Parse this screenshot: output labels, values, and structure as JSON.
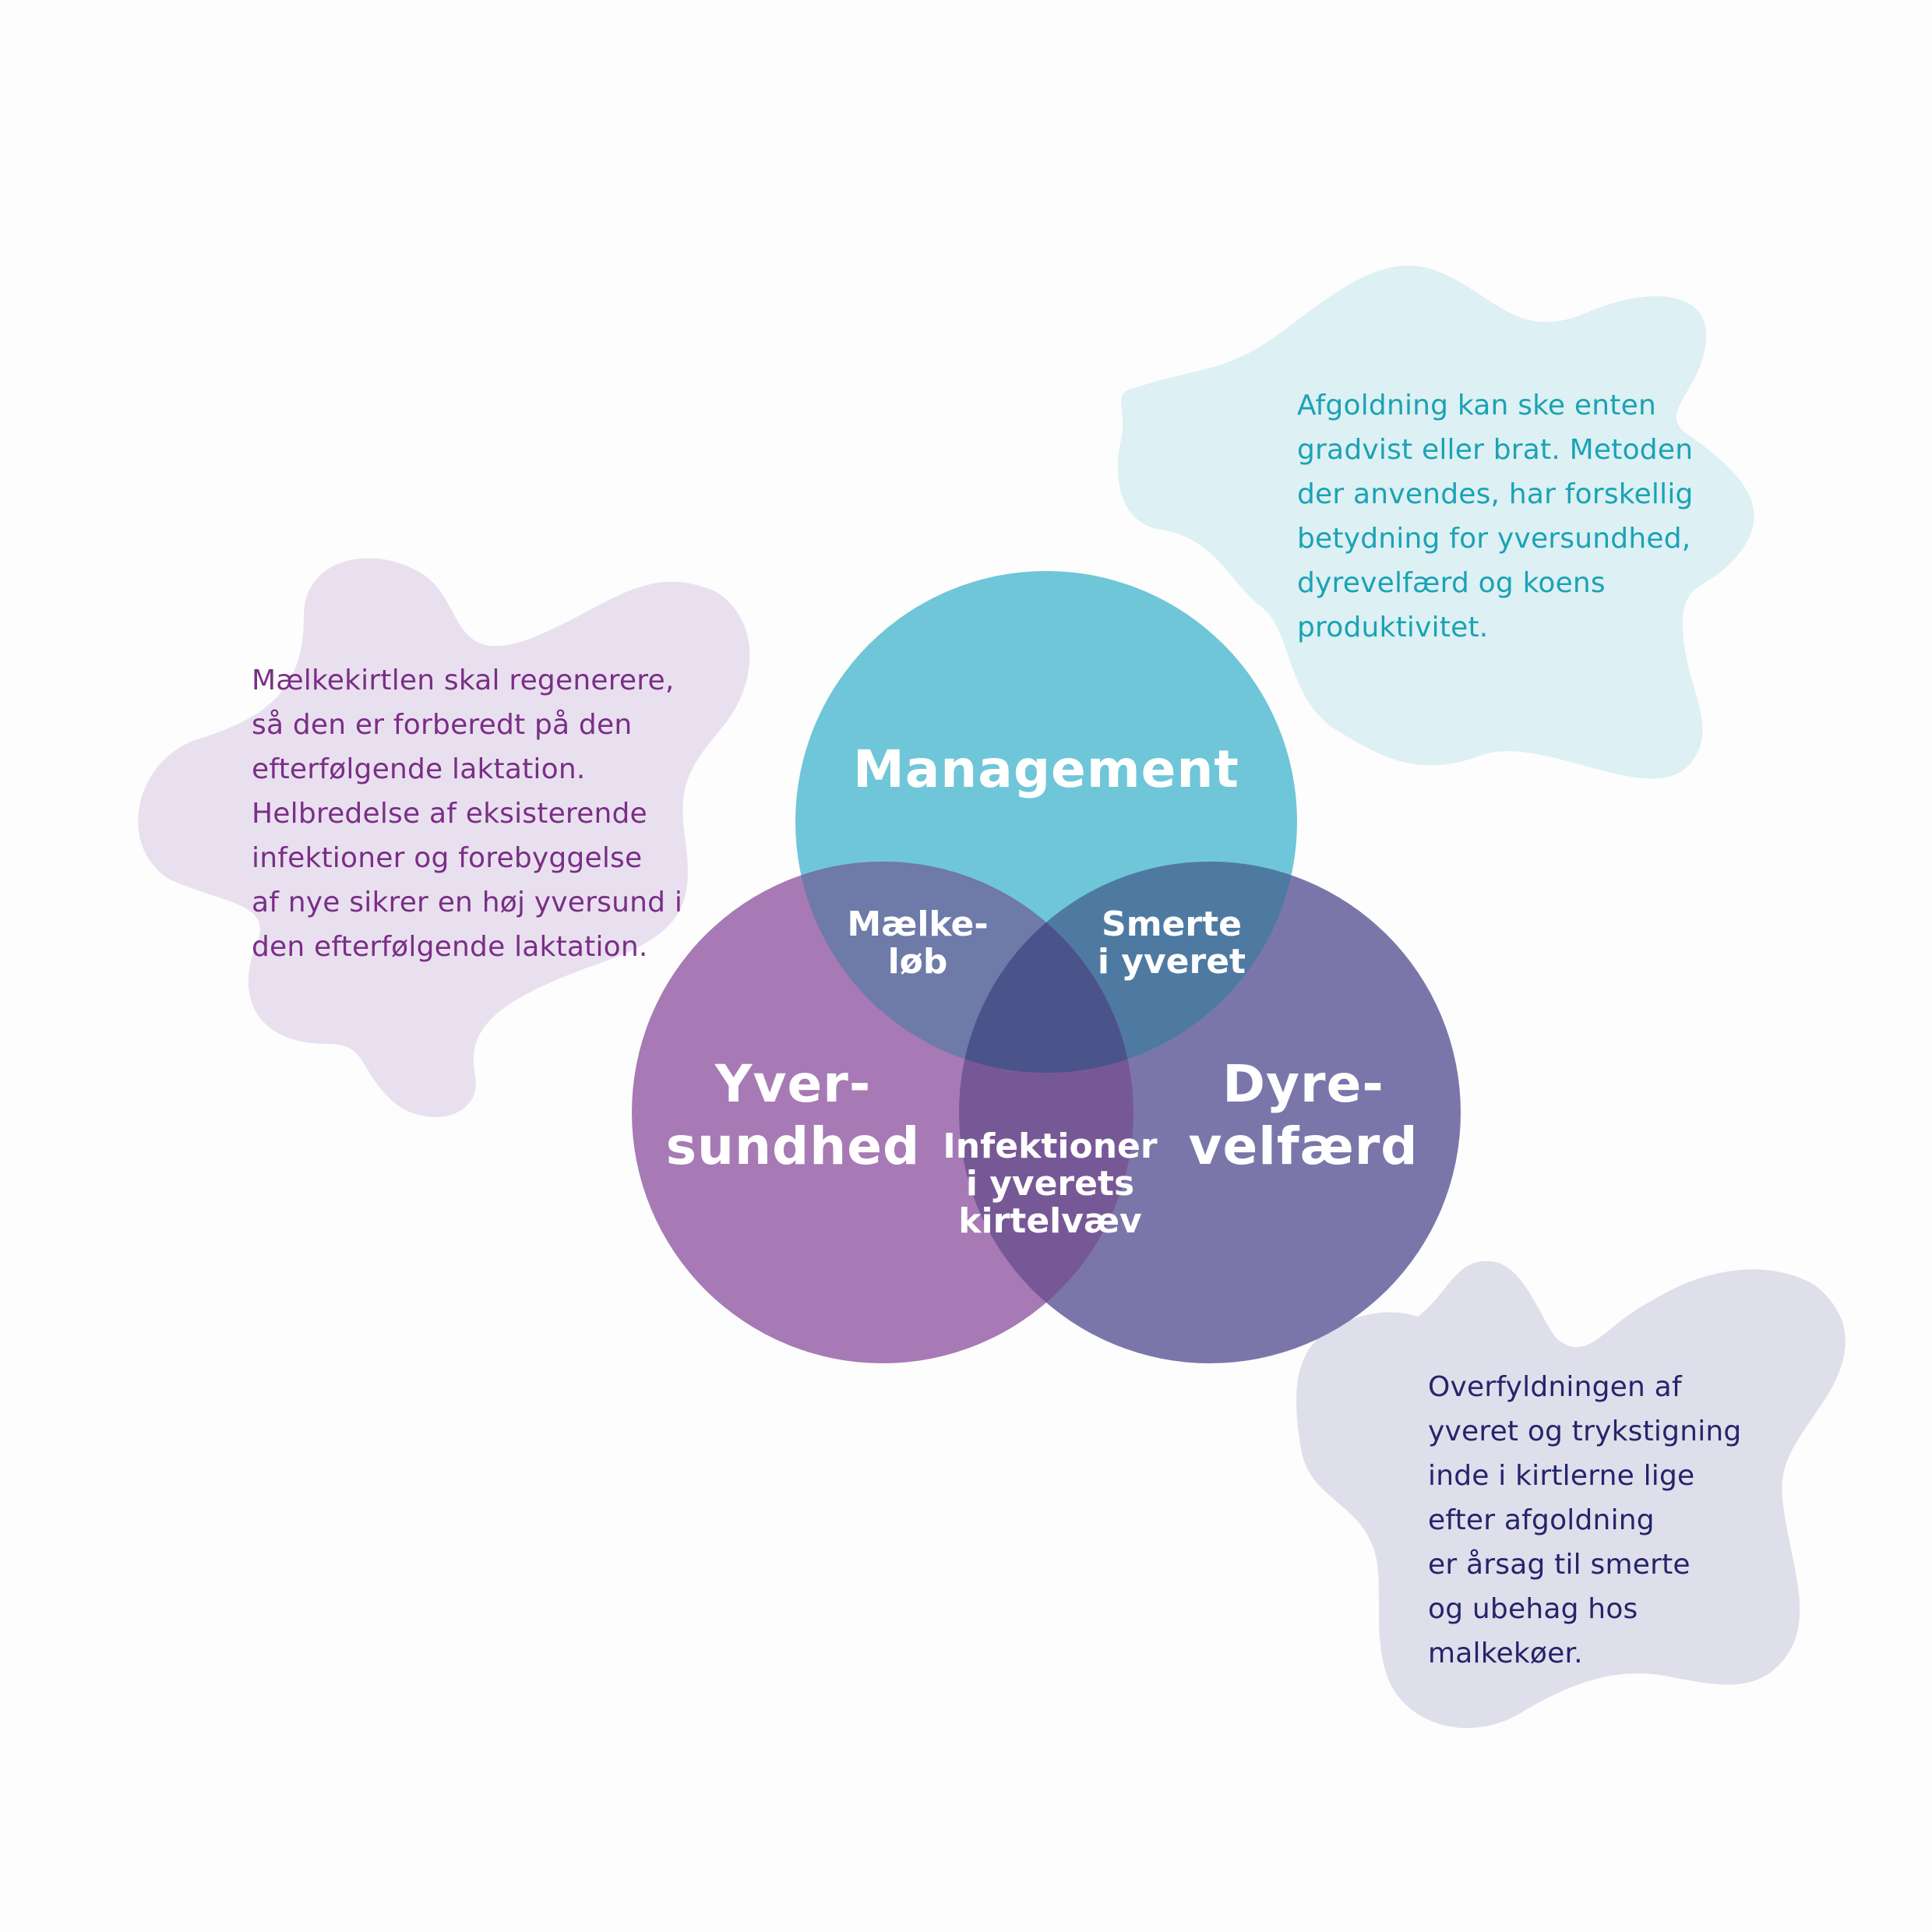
{
  "colors": {
    "background": "#fdfdfd",
    "management_circle": "#6fc6d8",
    "yversundhed_circle": "#a77ab5",
    "dyrevelfaerd_circle": "#7b76aa",
    "overlap_maelkeloeb": "#6e7aa8",
    "overlap_smerte": "#4e7aa2",
    "overlap_infektioner": "#775896",
    "overlap_center": "#4a538a",
    "blob_left": "#e9e0ef",
    "blob_top": "#ddf0f4",
    "blob_bottom": "#dedfeb",
    "text_left": "#7a2e86",
    "text_top": "#1aa3b4",
    "text_bottom": "#25246b",
    "label_text": "#ffffff"
  },
  "venn": {
    "management": "Management",
    "yversundhed": "Yver-\nsundhed",
    "dyrevelfaerd": "Dyre-\nvelfærd",
    "maelkeloeb": "Mælke-\nløb",
    "smerte": "Smerte\ni yveret",
    "infektioner": "Infektioner\ni yverets\nkirtelvæv"
  },
  "notes": {
    "left": "Mælkekirtlen skal regenerere,\nså den er forberedt på den\nefterfølgende laktation.\nHelbredelse af eksisterende\ninfektioner og forebyggelse\naf nye sikrer en høj yversund i\nden efterfølgende laktation.",
    "top": "Afgoldning kan ske enten\ngradvist eller brat. Metoden\nder anvendes, har forskellig\nbetydning for yversundhed,\ndyrevelfærd og koens\nproduktivitet.",
    "bottom": "Overfyldningen af\nyveret og trykstigning\ninde i kirtlerne lige\nefter afgoldning\ner årsag til smerte\nog ubehag hos\nmalkekøer."
  }
}
